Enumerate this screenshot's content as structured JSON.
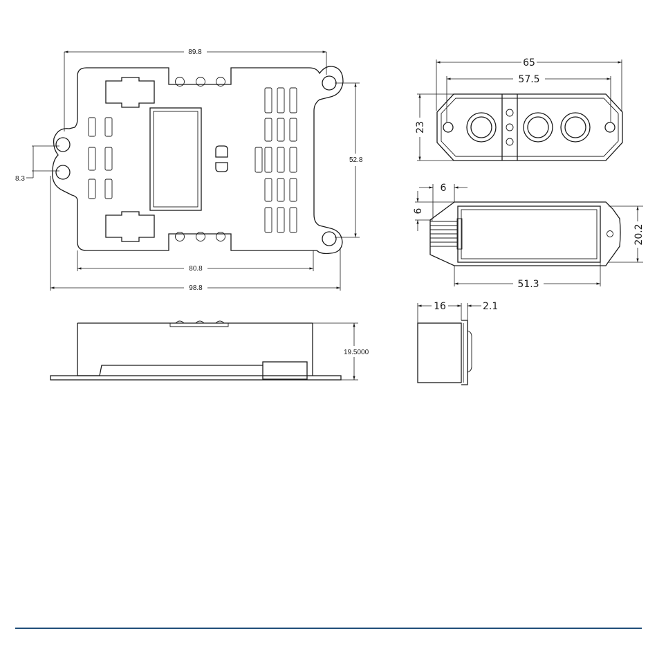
{
  "dimensions": {
    "top_width": "89.8",
    "left_hole_spacing": "8.3",
    "right_height": "52.8",
    "inner_width": "80.8",
    "overall_width": "98.8",
    "side_height": "19.5000",
    "end_width": "65",
    "end_hole_spacing": "57.5",
    "end_height": "23",
    "conn_offset_x": "6",
    "conn_offset_y": "6",
    "conn_height": "20.2",
    "conn_width": "51.3",
    "small_depth": "16",
    "small_flange": "2.1"
  },
  "colors": {
    "line": "#1a1a1a",
    "footer_rule": "#1f4e79",
    "background": "#ffffff"
  }
}
